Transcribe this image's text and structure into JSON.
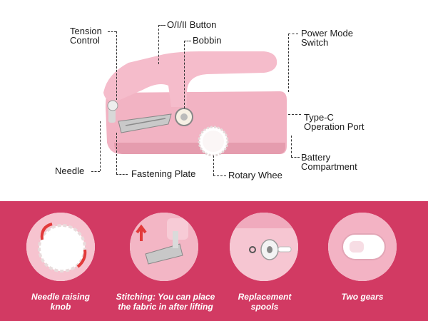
{
  "labels": {
    "tension_control_line1": "Tension",
    "tension_control_line2": "Control",
    "button": "O/I/II Button",
    "bobbin": "Bobbin",
    "power_mode_line1": "Power Mode",
    "power_mode_line2": "Switch",
    "typec_line1": "Type-C",
    "typec_line2": "Operation Port",
    "battery_line1": "Battery",
    "battery_line2": "Compartment",
    "needle": "Needle",
    "fastening_plate": "Fastening Plate",
    "rotary_wheel": "Rotary Whee"
  },
  "features": [
    {
      "line1": "Needle raising",
      "line2": "knob"
    },
    {
      "line1": "Stitching: You can place",
      "line2": "the fabric in after lifting"
    },
    {
      "line1": "Replacement",
      "line2": "spools"
    },
    {
      "line1": "Two gears",
      "line2": ""
    }
  ],
  "colors": {
    "banner": "#d23a63",
    "machine_pink": "#f2b3c3",
    "machine_shadow": "#e59cae"
  }
}
